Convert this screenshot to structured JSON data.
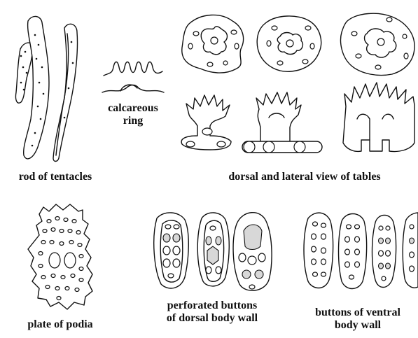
{
  "labels": {
    "rods": "rod of tentacles",
    "ring_line1": "calcareous",
    "ring_line2": "ring",
    "tables": "dorsal and lateral view of tables",
    "podia": "plate of podia",
    "dorsal_line1": "perforated buttons",
    "dorsal_line2": "of dorsal body wall",
    "ventral_line1": "buttons of ventral",
    "ventral_line2": "body wall"
  }
}
